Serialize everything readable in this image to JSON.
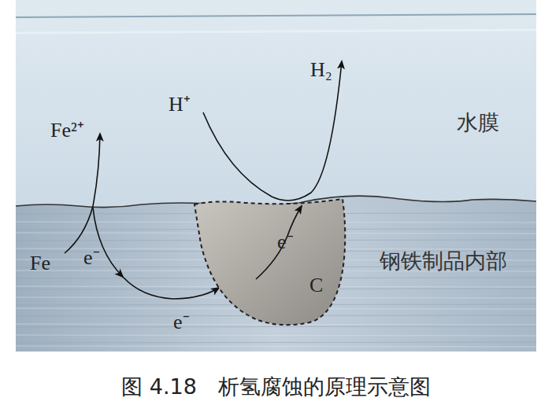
{
  "diagram": {
    "caption": "图 4.18　析氢腐蚀的原理示意图",
    "nodes": [
      {
        "text": [
          "水膜"
        ]
      },
      {
        "text": [
          "钢铁制品内部"
        ]
      },
      {
        "text": [
          "C"
        ],
        "in": 1
      }
    ],
    "labels": [
      "Fe²⁺",
      "H⁺",
      "H₂",
      "Fe",
      "e⁻",
      "e⁻",
      "e⁻"
    ]
  }
}
